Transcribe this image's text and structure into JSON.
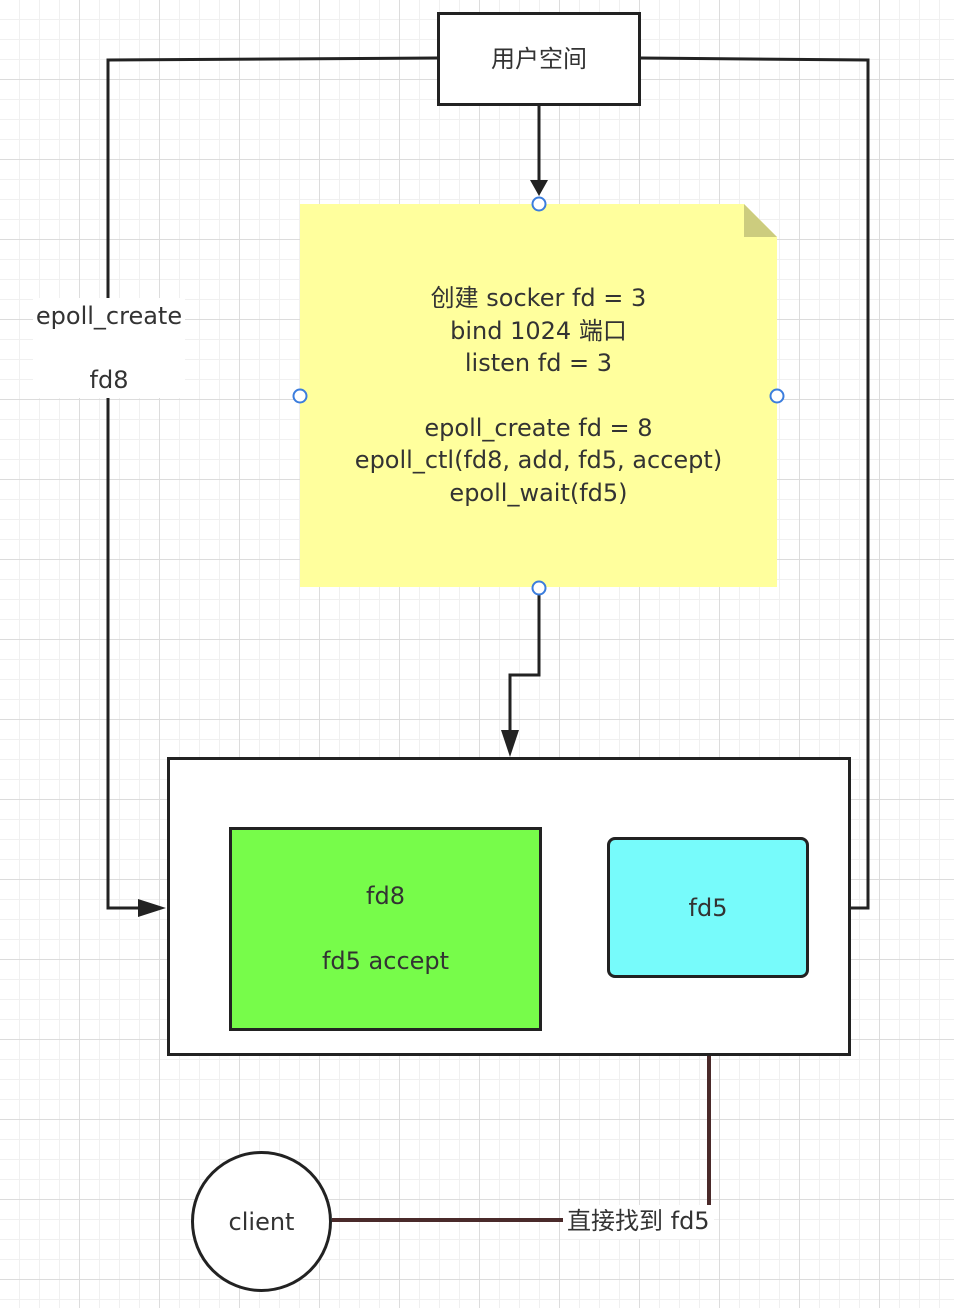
{
  "nodes": {
    "user_space": "用户空间",
    "note_lines": [
      "创建 socker fd = 3",
      "bind 1024 端口",
      "listen fd = 3",
      "",
      "epoll_create fd = 8",
      "epoll_ctl(fd8, add, fd5, accept)",
      "epoll_wait(fd5)"
    ],
    "green_line1": "fd8",
    "green_line2": "fd5 accept",
    "cyan_label": "fd5",
    "client_label": "client"
  },
  "edge_labels": {
    "left_line1": "epoll_create",
    "left_line2": "fd8",
    "bottom": "直接找到 fd5"
  },
  "colors": {
    "note_fill": "#ffff9d",
    "note_fold": "#cccc7e",
    "green_fill": "#77fc4a",
    "cyan_fill": "#77fbfb",
    "stroke": "#222222",
    "selection_handle": "#3b7ddd",
    "client_link": "#4a2a2a"
  }
}
